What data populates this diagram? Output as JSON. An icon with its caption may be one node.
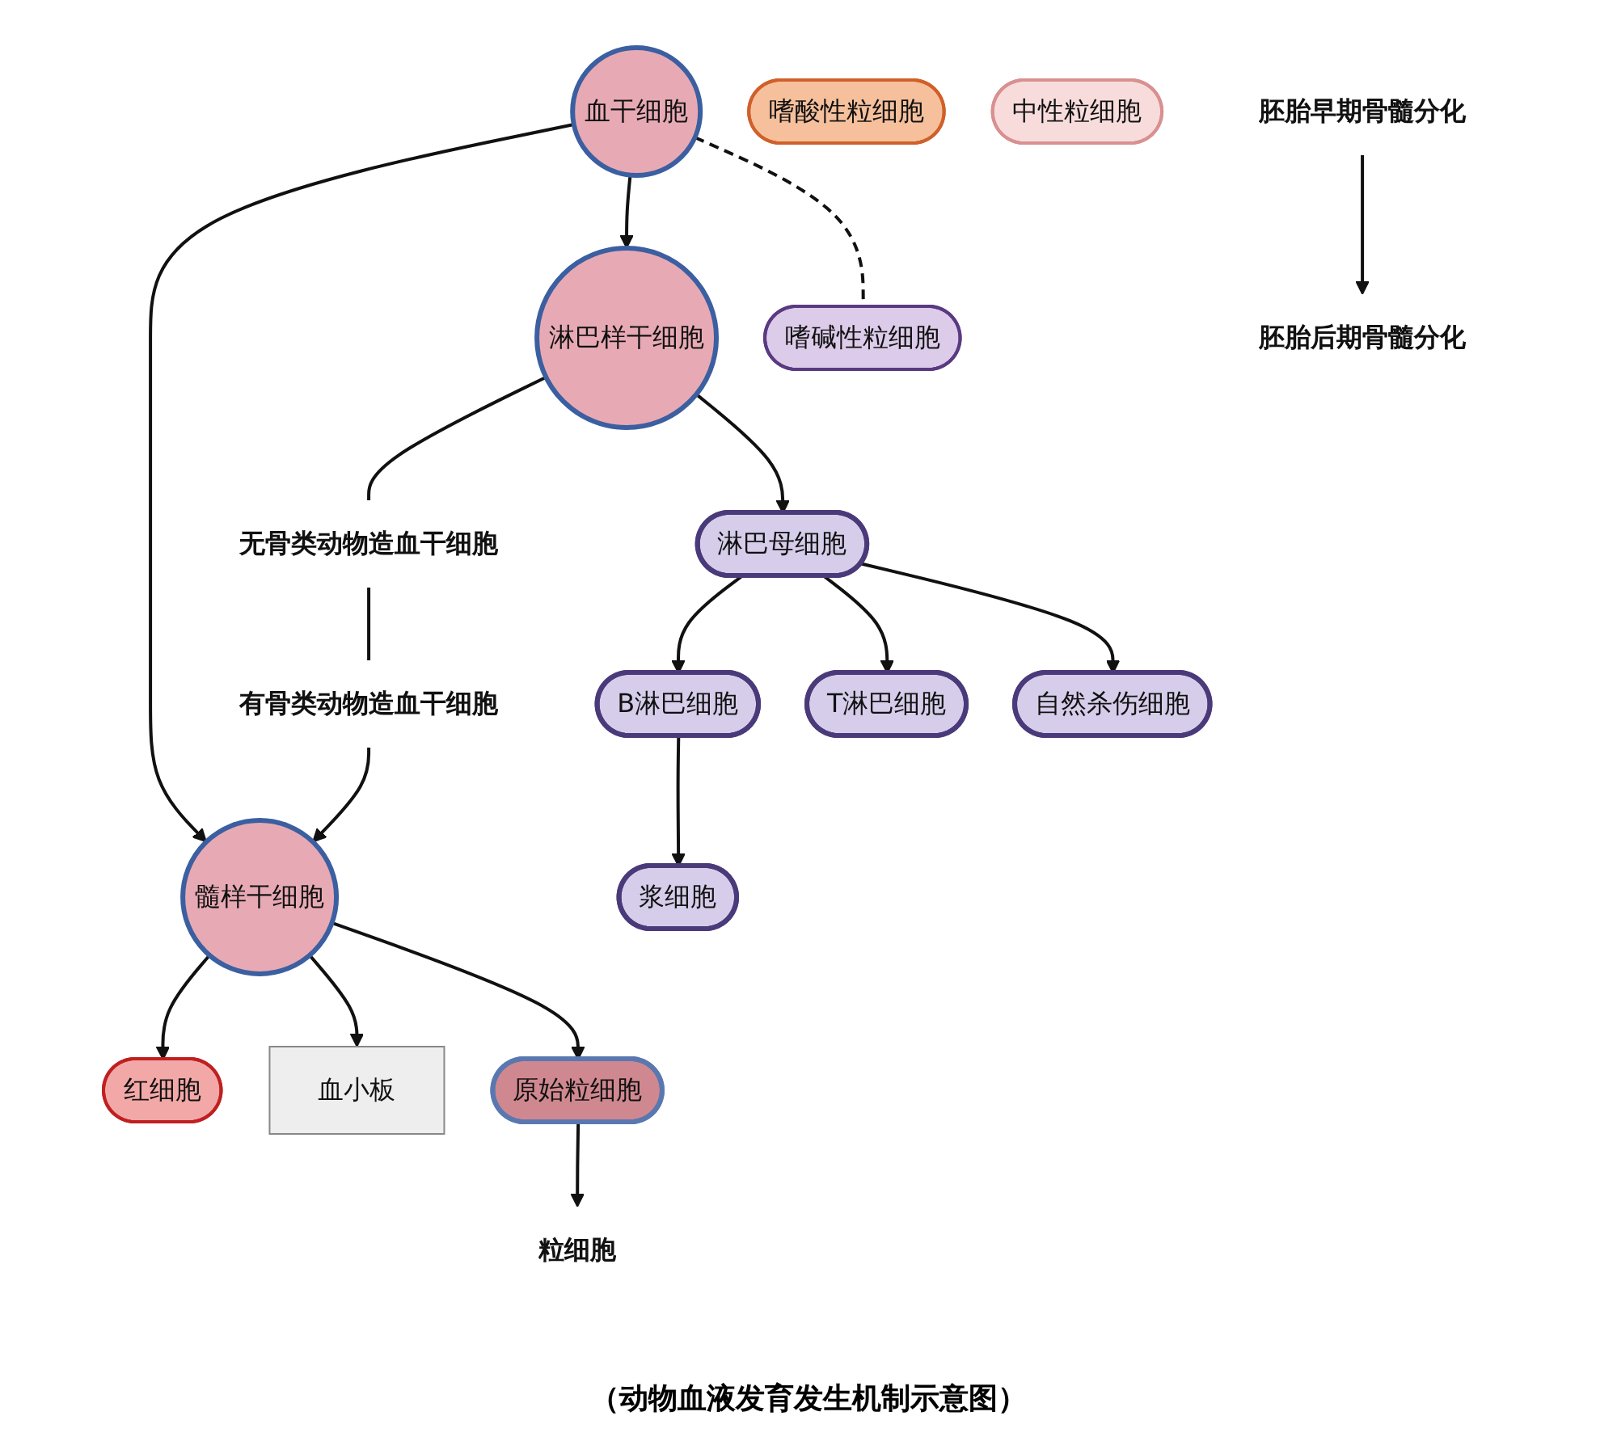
{
  "diagram": {
    "caption": "（动物血液发育发生机制示意图）",
    "nodes": [
      {
        "text": [
          "血干细胞"
        ]
      },
      {
        "text": [
          "髓样干细胞"
        ]
      },
      {
        "text": [
          "淋巴样干细胞"
        ]
      },
      {
        "text": [
          "有骨类动物造血干细胞"
        ]
      },
      {
        "text": [
          "无骨类动物造血干细胞"
        ]
      },
      {
        "text": [
          "原始粒细胞"
        ]
      },
      {
        "text": [
          "淋巴母细胞"
        ]
      },
      {
        "text": [
          "B淋巴细胞"
        ]
      },
      {
        "text": [
          "粒细胞"
        ]
      },
      {
        "text": [
          "嗜碱性粒细胞"
        ]
      },
      {
        "text": [
          "嗜酸性粒细胞"
        ]
      },
      {
        "text": [
          "红细胞"
        ]
      },
      {
        "text": [
          "浆细胞"
        ]
      },
      {
        "text": [
          "自然杀伤细胞"
        ]
      },
      {
        "text": [
          "血小板"
        ]
      },
      {
        "text": [
          "T淋巴细胞"
        ]
      },
      {
        "text": [
          "中性粒细胞"
        ]
      },
      {
        "text": [
          "胚胎后期骨髓分化"
        ]
      },
      {
        "text": [
          "胚胎早期骨髓分化"
        ]
      }
    ],
    "edges": [
      {
        "from": 0,
        "to": 1,
        "arrow": "to"
      },
      {
        "from": 0,
        "to": 2,
        "arrow": "to"
      },
      {
        "from": 0,
        "to": 9,
        "arrow": "none",
        "style": "dashed"
      },
      {
        "from": 2,
        "to": 4,
        "arrow": "none"
      },
      {
        "from": 4,
        "to": 3,
        "arrow": "none"
      },
      {
        "from": 3,
        "to": 1,
        "arrow": "to"
      },
      {
        "from": 1,
        "to": 11,
        "arrow": "to"
      },
      {
        "from": 1,
        "to": 14,
        "arrow": "to"
      },
      {
        "from": 1,
        "to": 5,
        "arrow": "to"
      },
      {
        "from": 5,
        "to": 8,
        "arrow": "to"
      },
      {
        "from": 2,
        "to": 6,
        "arrow": "to"
      },
      {
        "from": 6,
        "to": 7,
        "arrow": "to"
      },
      {
        "from": 6,
        "to": 15,
        "arrow": "to"
      },
      {
        "from": 6,
        "to": 13,
        "arrow": "to"
      },
      {
        "from": 7,
        "to": 12,
        "arrow": "to"
      },
      {
        "from": 18,
        "to": 17,
        "arrow": "to"
      }
    ]
  }
}
